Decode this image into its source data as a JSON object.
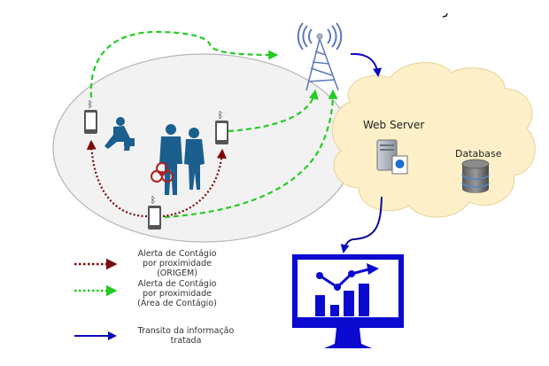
{
  "nodes": {
    "web_server": {
      "label": "Web Server"
    },
    "database": {
      "label": "Database"
    },
    "tower": {
      "label": ""
    },
    "dashboard": {
      "label": ""
    }
  },
  "legend": [
    {
      "name": "origin-alert",
      "color": "#7a0a0a",
      "style": "dotted",
      "line1": "Alerta de Contágio",
      "line2": "por proximidade",
      "line3": "(ORIGEM)"
    },
    {
      "name": "area-alert",
      "color": "#22cc22",
      "style": "dotted",
      "line1": "Alerta de Contágio",
      "line2": "por proximidade",
      "line3": "(Área de Contágio)"
    },
    {
      "name": "info-transit",
      "color": "#0000bb",
      "style": "solid",
      "line1": "Transito da informação",
      "line2": "tratada",
      "line3": ""
    }
  ],
  "colors": {
    "contact_zone": "#f2f2f2",
    "cloud": "#fdf0c8",
    "people": "#1a5f8e",
    "tower": "#5b7ab8",
    "monitor": "#0a0ad0",
    "green_path": "#22cc22",
    "red_path": "#7a0a0a",
    "blue_path": "#0a0ac0"
  }
}
